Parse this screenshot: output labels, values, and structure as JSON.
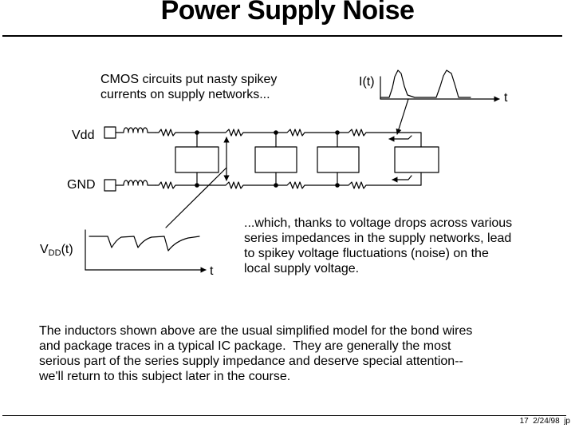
{
  "title": "Power Supply Noise",
  "cmos_note": "CMOS circuits put nasty spikey\ncurrents on supply networks...",
  "which_note": "...which, thanks to voltage drops across various\nseries impedances in the supply networks, lead\nto spikey voltage fluctuations (noise) on the\nlocal supply voltage.",
  "bottom_paragraph": "The inductors shown above are the usual simplified model for the bond wires\nand package traces in a typical IC package.  They are generally the most\nserious part of the series supply impedance and deserve special attention--\nwe'll return to this subject later in the course.",
  "labels": {
    "vdd": "Vdd",
    "gnd": "GND",
    "current": "I(t)",
    "time_top": "t",
    "vdd_t_main": "V",
    "vdd_t_sub": "DD",
    "vdd_t_tail": "(t)",
    "time_bottom": "t"
  },
  "footer": "17  2/24/98  jp"
}
